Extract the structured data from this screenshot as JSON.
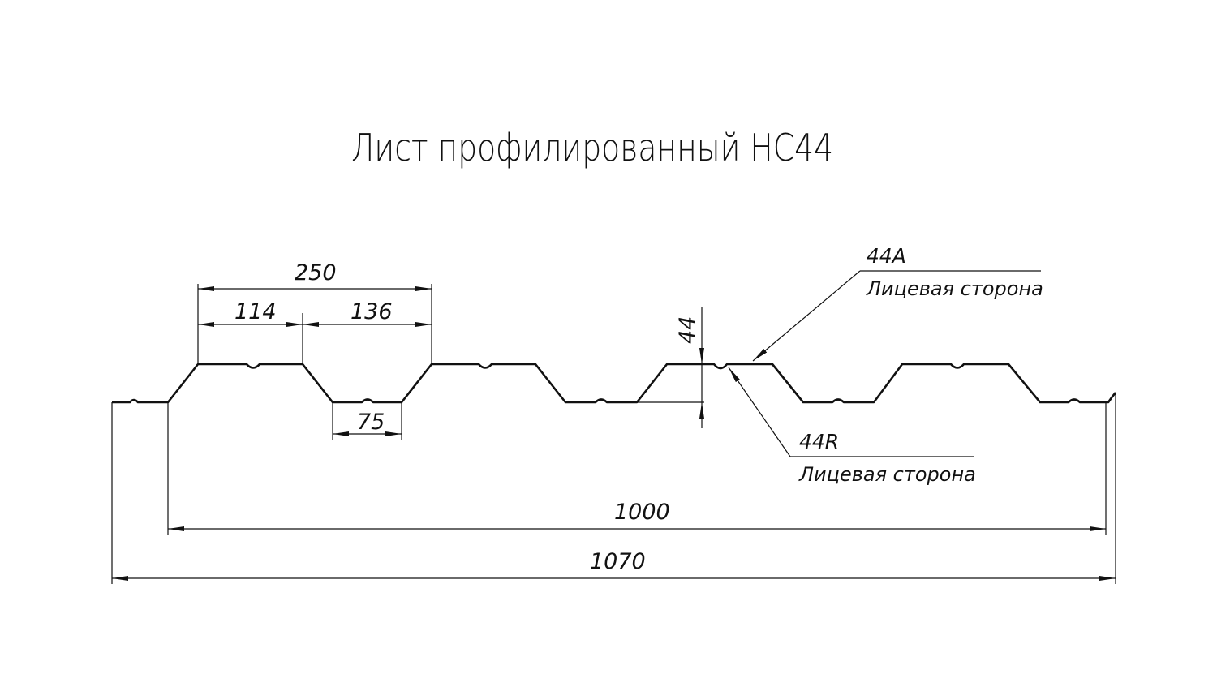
{
  "title": "Лист профилированный НС44",
  "dimensions": {
    "wave_pitch": "250",
    "top_flange": "114",
    "bottom_section": "136",
    "bottom_flange": "75",
    "height": "44",
    "useful_width": "1000",
    "total_width": "1070"
  },
  "callouts": [
    {
      "code": "44A",
      "label": "Лицевая сторона"
    },
    {
      "code": "44R",
      "label": "Лицевая сторона"
    }
  ],
  "colors": {
    "line": "#111111",
    "background": "#ffffff"
  }
}
